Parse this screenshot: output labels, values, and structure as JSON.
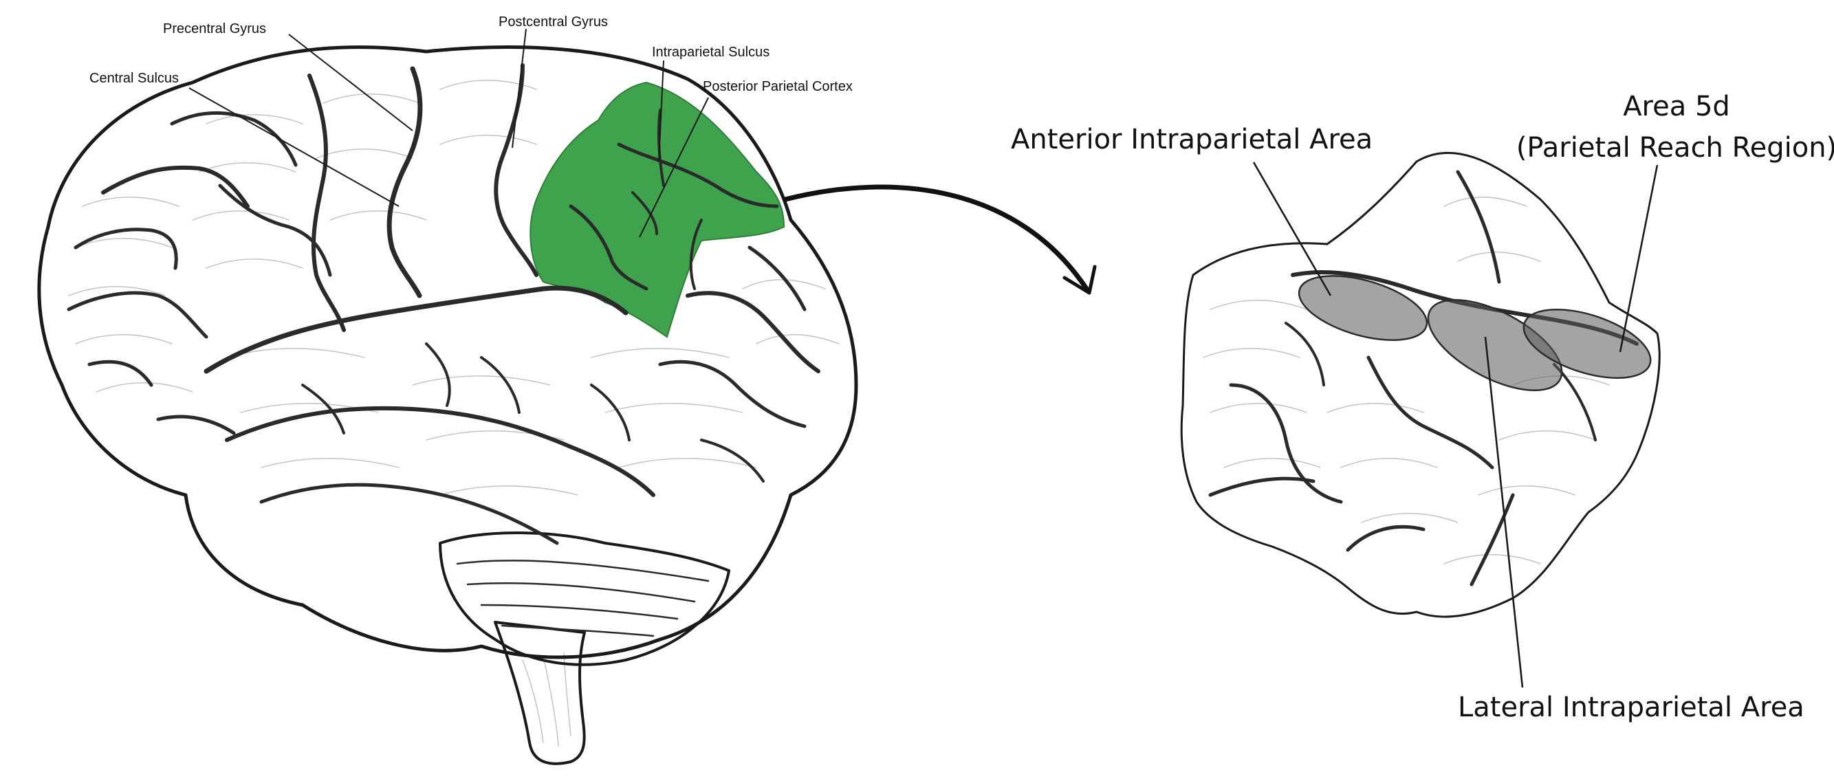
{
  "brain_labels": {
    "precentral_gyrus": "Precentral Gyrus",
    "postcentral_gyrus": "Postcentral Gyrus",
    "central_sulcus": "Central Sulcus",
    "intraparietal_sulcus": "Intraparietal Sulcus",
    "posterior_parietal_cortex": "Posterior Parietal Cortex"
  },
  "detail_labels": {
    "anterior_intraparietal_area": "Anterior Intraparietal Area",
    "area_5d_line1": "Area 5d",
    "area_5d_line2": "(Parietal Reach Region)",
    "lateral_intraparietal_area": "Lateral Intraparietal Area"
  },
  "colors": {
    "highlight": "#3fa34d",
    "area_fill": "#5a5a5a",
    "outline": "#1a1a1a",
    "background": "#ffffff"
  },
  "icons": {
    "transition_arrow": "curved-arrow-icon"
  }
}
